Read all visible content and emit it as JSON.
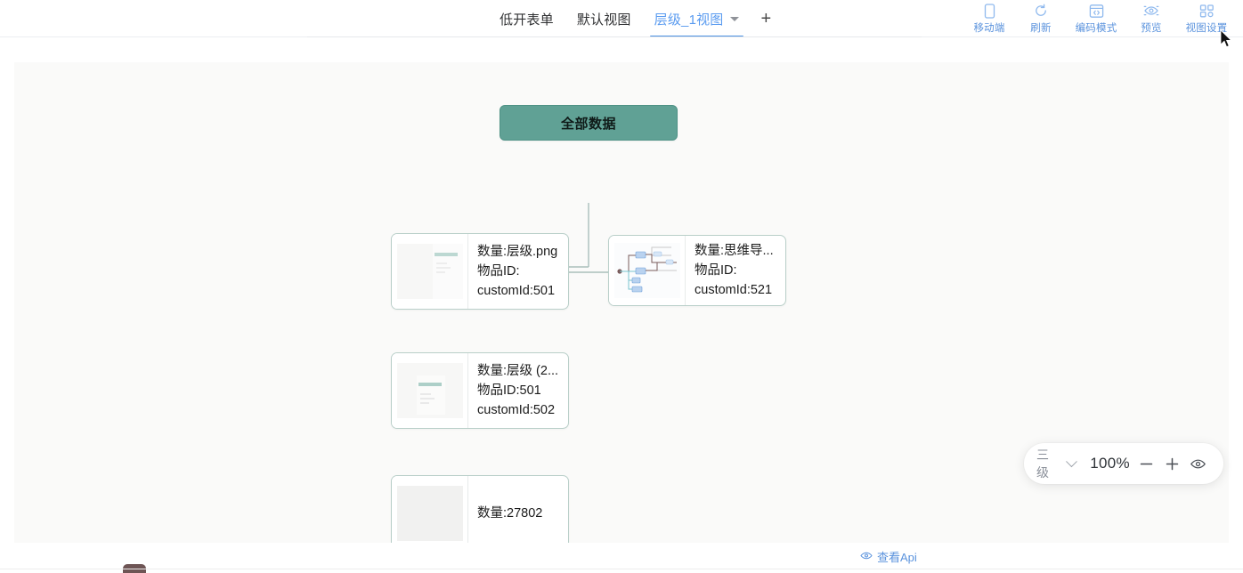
{
  "tabs": {
    "items": [
      {
        "label": "低开表单",
        "active": false,
        "caret": false
      },
      {
        "label": "默认视图",
        "active": false,
        "caret": false
      },
      {
        "label": "层级_1视图",
        "active": true,
        "caret": true
      }
    ],
    "add_label": "+"
  },
  "toolbar": {
    "items": [
      {
        "label": "移动端",
        "icon": "mobile-icon"
      },
      {
        "label": "刷新",
        "icon": "refresh-icon"
      },
      {
        "label": "编码模式",
        "icon": "code-window-icon"
      },
      {
        "label": "预览",
        "icon": "preview-eye-icon"
      },
      {
        "label": "视图设置",
        "icon": "grid-settings-icon"
      }
    ]
  },
  "tree": {
    "root": {
      "label": "全部数据"
    },
    "cards": [
      {
        "id": "card-501",
        "lines": [
          "数量:层级.png",
          "物品ID:",
          "customId:501"
        ],
        "thumb": "document-thumbnail"
      },
      {
        "id": "card-521",
        "lines": [
          "数量:思维导...",
          "物品ID:",
          "customId:521"
        ],
        "thumb": "mindmap-thumbnail"
      },
      {
        "id": "card-502",
        "lines": [
          "数量:层级 (2...",
          "物品ID:501",
          "customId:502"
        ],
        "thumb": "document-thumbnail"
      },
      {
        "id": "card-27802",
        "lines": [
          "数量:27802",
          "",
          ""
        ],
        "thumb": "document-thumbnail"
      }
    ]
  },
  "zoombar": {
    "level": "三级",
    "percent": "100%",
    "minus": "−",
    "plus": "+",
    "eye": "eye-icon"
  },
  "footer": {
    "api_link": "查看Api"
  },
  "colors": {
    "accent_blue": "#5b93dd",
    "root_green": "#60a195",
    "card_border": "#b9cfc9",
    "link_stroke": "#a9bfbb",
    "canvas_bg": "#fafaf9"
  }
}
